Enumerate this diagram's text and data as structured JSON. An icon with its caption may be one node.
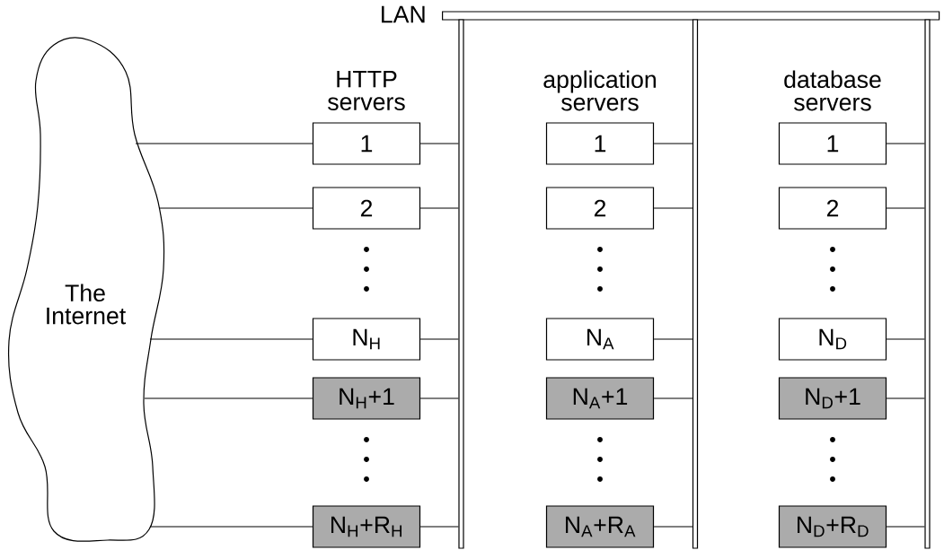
{
  "diagram": {
    "nodes": [
      {
        "text": [
          "The Internet"
        ]
      },
      {
        "text": [
          "LAN"
        ]
      },
      {
        "text": [],
        "shape": "bar"
      },
      {
        "text": [],
        "shape": "bar"
      },
      {
        "text": [],
        "shape": "bar"
      },
      {
        "text": [
          "1"
        ]
      },
      {
        "text": [
          "2"
        ]
      },
      {
        "text": [
          "N$_{H}$"
        ]
      },
      {
        "text": [
          "N$_{H}$+1"
        ]
      },
      {
        "text": [
          "N$_{H}$+R$_{H}$"
        ]
      },
      {
        "text": [
          "1"
        ]
      },
      {
        "text": [
          "2"
        ]
      },
      {
        "text": [
          "N$_{A}$"
        ]
      },
      {
        "text": [
          "N$_{A}$+1"
        ]
      },
      {
        "text": [
          "N$_{A}$+R$_{A}$"
        ]
      },
      {
        "text": [
          "1"
        ]
      },
      {
        "text": [
          "2"
        ]
      },
      {
        "text": [
          "N$_{D}$"
        ]
      },
      {
        "text": [
          "N$_{D}$+1"
        ]
      },
      {
        "text": [
          "N$_{D}$+R$_{D}$"
        ]
      }
    ],
    "edges": [
      {
        "from": 0,
        "to": 5,
        "arrow": "none"
      },
      {
        "from": 0,
        "to": 6,
        "arrow": "none"
      },
      {
        "from": 0,
        "to": 7,
        "arrow": "none"
      },
      {
        "from": 0,
        "to": 8,
        "arrow": "none"
      },
      {
        "from": 0,
        "to": 9,
        "arrow": "none"
      },
      {
        "from": 5,
        "to": 2,
        "arrow": "none"
      },
      {
        "from": 6,
        "to": 2,
        "arrow": "none"
      },
      {
        "from": 7,
        "to": 2,
        "arrow": "none"
      },
      {
        "from": 8,
        "to": 2,
        "arrow": "none"
      },
      {
        "from": 9,
        "to": 2,
        "arrow": "none"
      },
      {
        "from": 10,
        "to": 3,
        "arrow": "none"
      },
      {
        "from": 11,
        "to": 3,
        "arrow": "none"
      },
      {
        "from": 12,
        "to": 3,
        "arrow": "none"
      },
      {
        "from": 13,
        "to": 3,
        "arrow": "none"
      },
      {
        "from": 14,
        "to": 3,
        "arrow": "none"
      },
      {
        "from": 15,
        "to": 4,
        "arrow": "none"
      },
      {
        "from": 16,
        "to": 4,
        "arrow": "none"
      },
      {
        "from": 17,
        "to": 4,
        "arrow": "none"
      },
      {
        "from": 18,
        "to": 4,
        "arrow": "none"
      },
      {
        "from": 19,
        "to": 4,
        "arrow": "none"
      }
    ],
    "labels": [
      "HTTP servers",
      "application servers",
      "database servers"
    ]
  }
}
